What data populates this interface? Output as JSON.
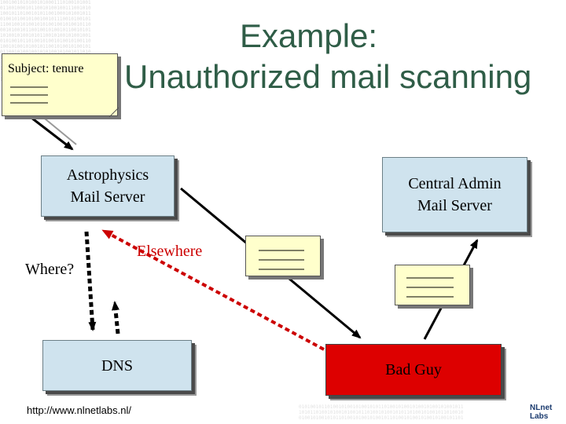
{
  "title": {
    "line1": "Example:",
    "line2": "Unauthorized mail scanning"
  },
  "note_subject": "Subject: tenure",
  "nodes": {
    "astrophysics": [
      "Astrophysics",
      "Mail Server"
    ],
    "central_admin": [
      "Central Admin",
      "Mail Server"
    ],
    "dns": "DNS",
    "bad_guy": "Bad Guy"
  },
  "labels": {
    "where": "Where?",
    "elsewhere": "Elsewhere"
  },
  "footer": {
    "url": "http://www.nlnetlabs.nl/",
    "logo_line1": "NLnet",
    "logo_line2": "Labs"
  },
  "colors": {
    "title": "#2f5d47",
    "node_fill": "#cfe3ee",
    "bad_guy_fill": "#dd0000",
    "note_fill": "#ffffcc",
    "elsewhere": "#cc0000"
  }
}
